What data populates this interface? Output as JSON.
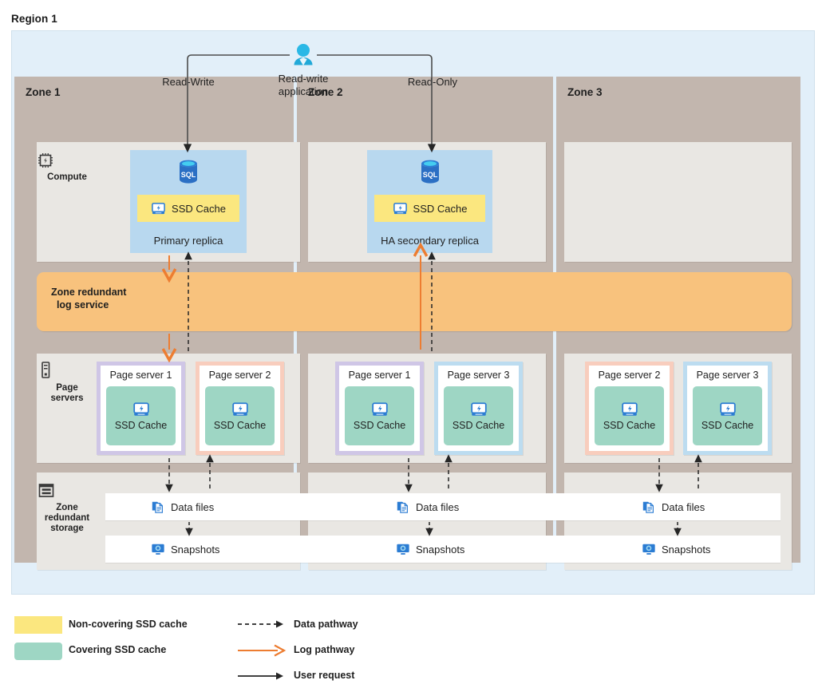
{
  "region": {
    "title": "Region 1"
  },
  "app": {
    "label_line1": "Read-write",
    "label_line2": "application",
    "icon": "user-icon",
    "left_path_label": "Read-Write",
    "right_path_label": "Read-Only"
  },
  "rails": [
    {
      "key": "compute",
      "icon": "cpu-chip-icon",
      "label": "Compute"
    },
    {
      "key": "page-servers",
      "icon": "server-rack-icon",
      "label_line1": "Page",
      "label_line2": "servers"
    },
    {
      "key": "zone-redundant-storage",
      "icon": "storage-stack-icon",
      "label_line1": "Zone",
      "label_line2": "redundant",
      "label_line3": "storage"
    }
  ],
  "zones": [
    {
      "name": "Zone 1"
    },
    {
      "name": "Zone 2"
    },
    {
      "name": "Zone 3"
    }
  ],
  "compute": {
    "replicas": [
      {
        "zone": "Zone 1",
        "db_icon": "sql-database-icon",
        "cache_label": "SSD Cache",
        "cache_icon": "ssd-drive-icon",
        "cache_type": "non-covering",
        "name": "Primary replica"
      },
      {
        "zone": "Zone 2",
        "db_icon": "sql-database-icon",
        "cache_label": "SSD Cache",
        "cache_icon": "ssd-drive-icon",
        "cache_type": "non-covering",
        "name": "HA secondary replica"
      }
    ]
  },
  "log_service": {
    "label_line1": "Zone redundant",
    "label_line2": "log service",
    "color": "#f8c27d"
  },
  "page_servers": [
    {
      "zone": "Zone 1",
      "name": "Page server 1",
      "border_color": "#cfc6e6",
      "cache_label": "SSD Cache",
      "cache_icon": "ssd-drive-icon"
    },
    {
      "zone": "Zone 1",
      "name": "Page server 2",
      "border_color": "#f8cdbd",
      "cache_label": "SSD Cache",
      "cache_icon": "ssd-drive-icon"
    },
    {
      "zone": "Zone 2",
      "name": "Page server 1",
      "border_color": "#cfc6e6",
      "cache_label": "SSD Cache",
      "cache_icon": "ssd-drive-icon"
    },
    {
      "zone": "Zone 2",
      "name": "Page server 3",
      "border_color": "#bcdcf0",
      "cache_label": "SSD Cache",
      "cache_icon": "ssd-drive-icon"
    },
    {
      "zone": "Zone 3",
      "name": "Page server 2",
      "border_color": "#f8cdbd",
      "cache_label": "SSD Cache",
      "cache_icon": "ssd-drive-icon"
    },
    {
      "zone": "Zone 3",
      "name": "Page server 3",
      "border_color": "#bcdcf0",
      "cache_label": "SSD Cache",
      "cache_icon": "ssd-drive-icon"
    }
  ],
  "storage": {
    "data_files": {
      "label": "Data files",
      "icon": "documents-icon"
    },
    "snapshots": {
      "label": "Snapshots",
      "icon": "snapshot-monitor-icon"
    },
    "columns": [
      "Zone 1",
      "Zone 2",
      "Zone 3"
    ]
  },
  "legend": {
    "swatches": [
      {
        "label": "Non-covering SSD cache",
        "color": "#fbe77f"
      },
      {
        "label": "Covering SSD cache",
        "color": "#9ed6c4"
      }
    ],
    "lines": [
      {
        "label": "Data pathway",
        "style": "dashed",
        "color": "#262626"
      },
      {
        "label": "Log pathway",
        "style": "solid",
        "color": "#ed7d31"
      },
      {
        "label": "User request",
        "style": "solid",
        "color": "#262626"
      }
    ]
  }
}
